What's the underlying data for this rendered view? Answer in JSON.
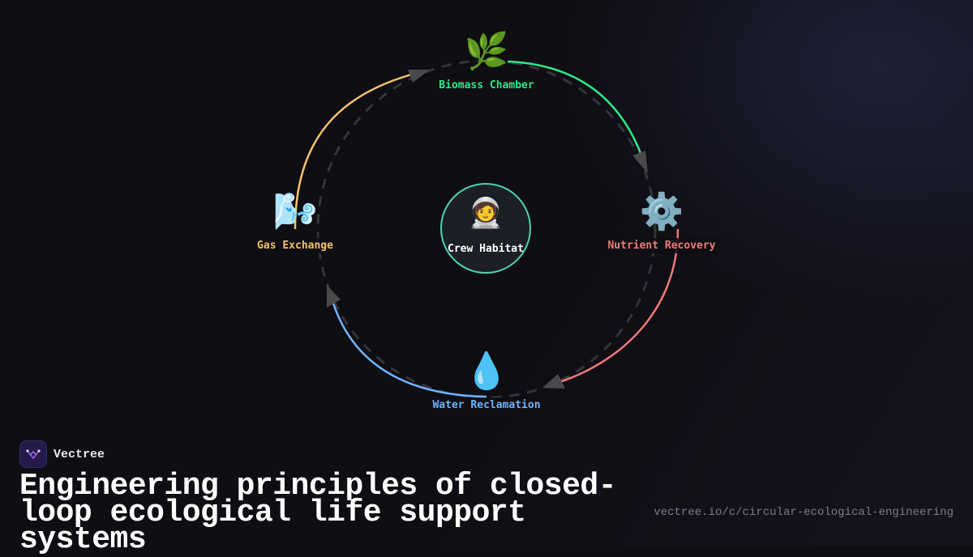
{
  "diagram": {
    "hub": {
      "emoji": "🧑‍🚀",
      "label": "Crew Habitat",
      "border_color": "#4fd1b0"
    },
    "nodes": [
      {
        "id": "biomass",
        "emoji": "🌿",
        "label": "Biomass Chamber",
        "color": "#2ee88a"
      },
      {
        "id": "nutrient",
        "emoji": "⚙️",
        "label": "Nutrient Recovery",
        "color": "#f07a7a"
      },
      {
        "id": "water",
        "emoji": "💧",
        "label": "Water Reclamation",
        "color": "#6eb3ff"
      },
      {
        "id": "gas",
        "emoji": "🌬️",
        "label": "Gas Exchange",
        "color": "#f5c26b"
      }
    ],
    "flows": [
      {
        "from": "biomass",
        "to": "nutrient",
        "color": "#2ee88a"
      },
      {
        "from": "nutrient",
        "to": "water",
        "color": "#f07a7a"
      },
      {
        "from": "water",
        "to": "gas",
        "color": "#6eb3ff"
      },
      {
        "from": "gas",
        "to": "biomass",
        "color": "#f5c26b"
      }
    ],
    "ring_style": "dashed"
  },
  "brand": {
    "name": "Vectree",
    "logo_icon": "vectree-logo-icon"
  },
  "title": "Engineering principles of closed-loop ecological life support systems",
  "url": "vectree.io/c/circular-ecological-engineering"
}
